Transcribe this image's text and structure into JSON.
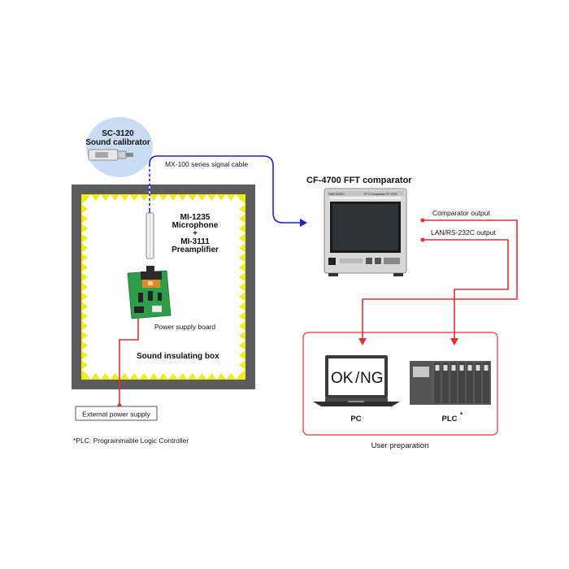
{
  "calibrator": {
    "model": "SC-3120",
    "name": "Sound calibrator"
  },
  "signal_cable": {
    "label": "MX-100 series signal cable"
  },
  "microphone": {
    "line1": "MI-1235",
    "line2": "Microphone",
    "line3": "+",
    "line4": "MI-3111",
    "line5": "Preamplifier"
  },
  "power_board": {
    "label": "Power supply board"
  },
  "insulating_box": {
    "label": "Sound insulating box"
  },
  "external_power": {
    "label": "External power supply"
  },
  "comparator": {
    "label": "CF-4700  FFT comparator",
    "screen_brand": "ONO SOKKI",
    "screen_text": "FFT Comparator CF-4700"
  },
  "outputs": {
    "comparator_output": "Comparator output",
    "lan_output": "LAN/RS-232C output"
  },
  "pc": {
    "screen_ok": "OK",
    "screen_slash": "/",
    "screen_ng": "NG",
    "label": "PC"
  },
  "plc": {
    "label": "PLC",
    "mark": "*"
  },
  "user_preparation": {
    "label": "User preparation"
  },
  "footnote": {
    "text": "*PLC: Programmable Logic Controller"
  },
  "colors": {
    "signal_blue": "#1f1fd6",
    "output_red": "#e03030",
    "box_gray": "#5a5a5a",
    "foam_yellow": "#f2ea1a",
    "board_green": "#2f9e4a",
    "ok_blue": "#3a7fd0",
    "ng_red": "#d53a3a"
  }
}
